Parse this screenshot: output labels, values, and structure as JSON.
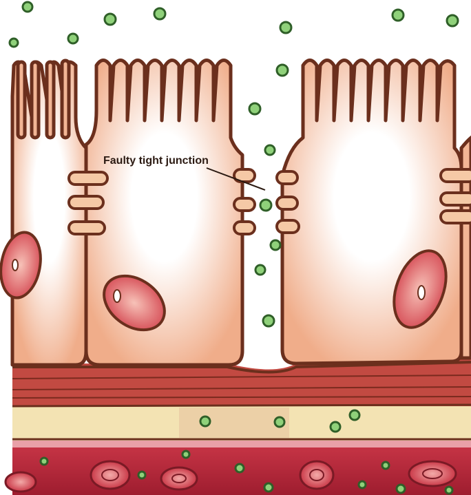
{
  "annotation": {
    "label": "Faulty tight junction"
  },
  "colors": {
    "cell_fill": "#f2b595",
    "cell_center": "#ffffff",
    "outline": "#6b2f1d",
    "nucleus": "#d94e57",
    "junction": "#f5c9a6",
    "particle": "#8fd17a",
    "particle_outline": "#2f5f28",
    "membrane_red": "#b8403a",
    "lamina": "#f3e3b3",
    "blood": "#b5283a"
  },
  "icons": {
    "particles": "green-bacteria-dot",
    "blood_cells": "red-blood-cell"
  }
}
